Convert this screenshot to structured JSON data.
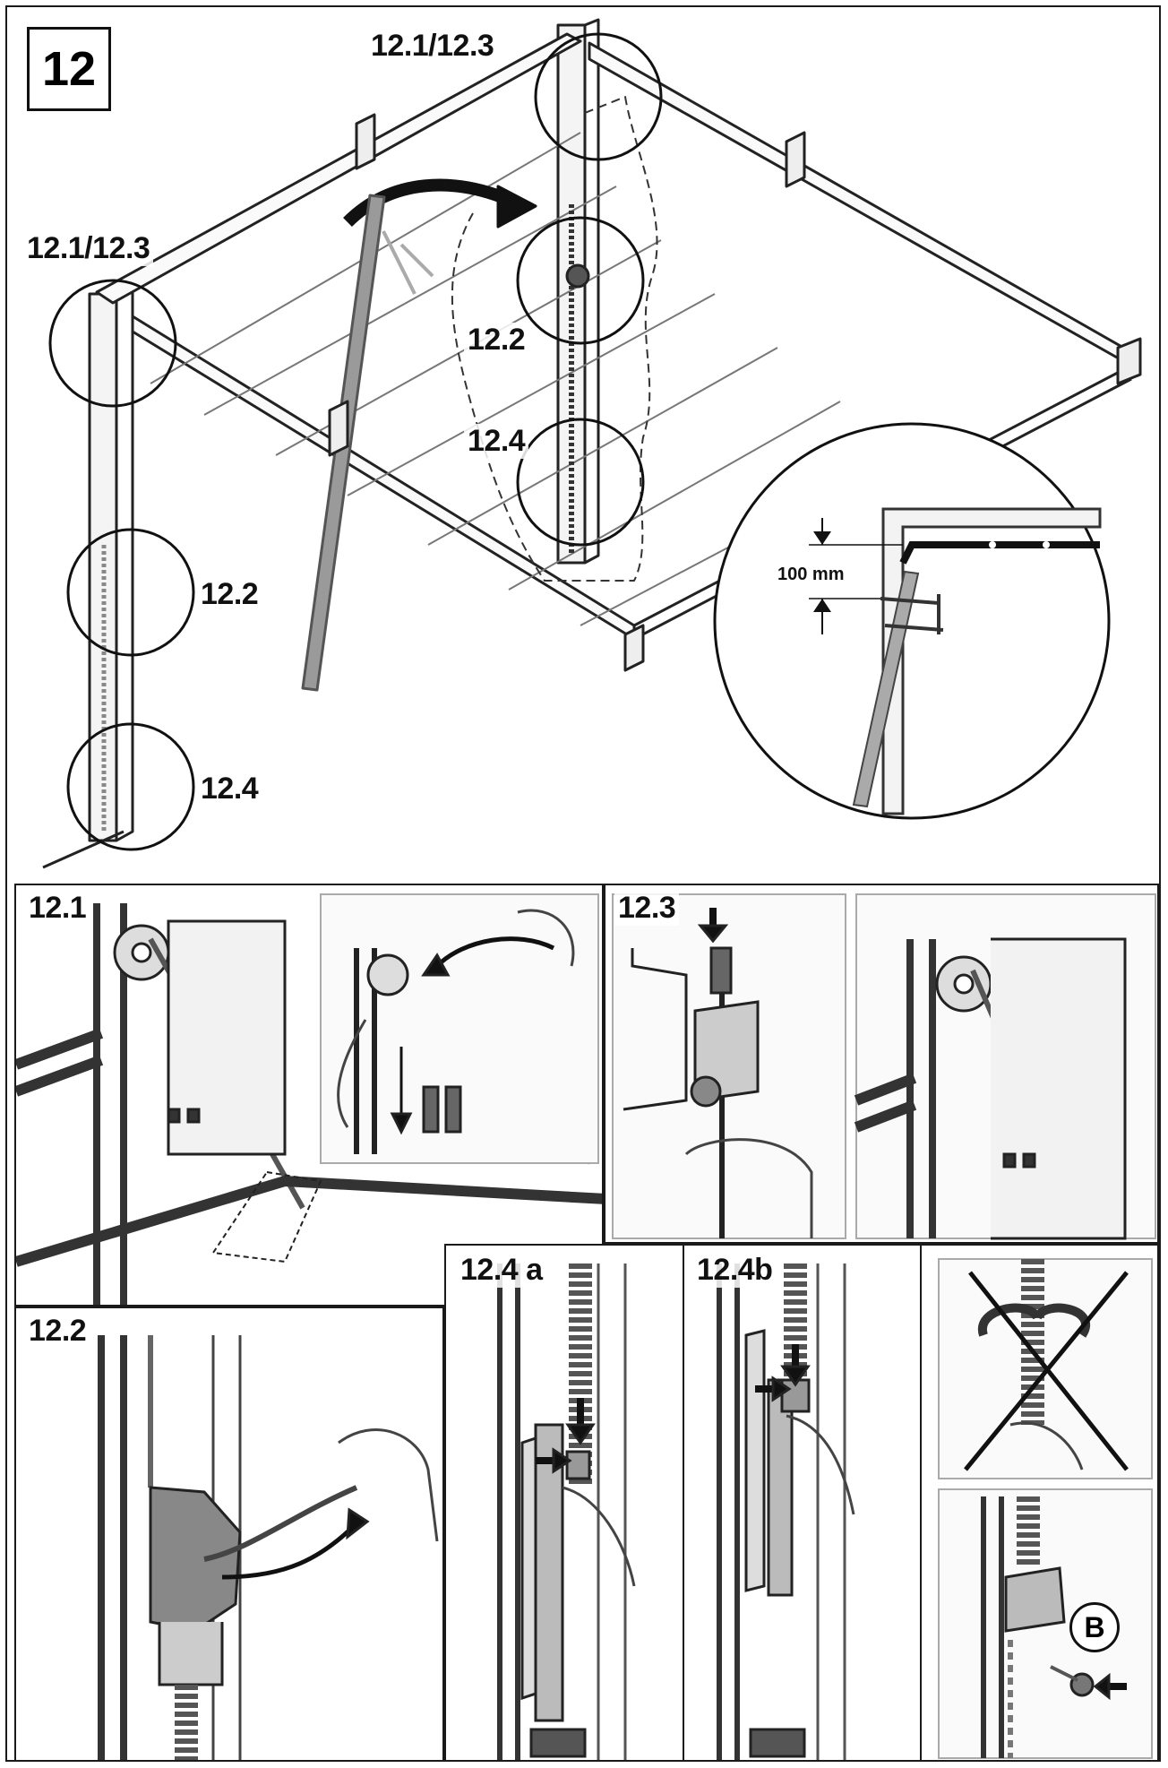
{
  "step": "12",
  "overview": {
    "callout_top": "12.1/12.3",
    "callout_left": "12.1/12.3",
    "callout_right_mid": "12.2",
    "callout_right_low": "12.4",
    "callout_left_mid": "12.2",
    "callout_left_low": "12.4",
    "dimension": "100 mm"
  },
  "panels": {
    "p121": "12.1",
    "p123": "12.3",
    "p122": "12.2",
    "p124a": "12.4 a",
    "p124b": "12.4b",
    "badge_b": "B"
  }
}
